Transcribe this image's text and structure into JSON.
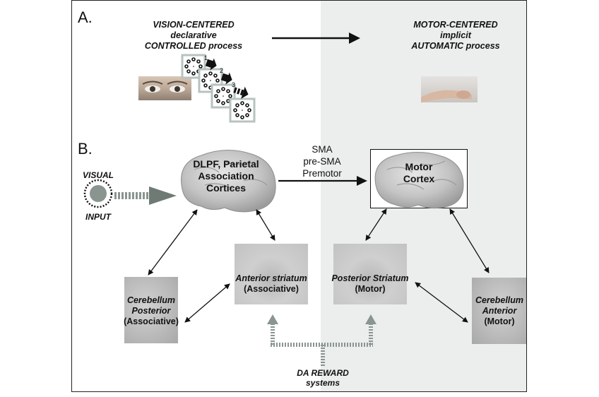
{
  "section_a": {
    "label": "A.",
    "left_heading": [
      "VISION-CENTERED",
      "declarative",
      "CONTROLLED process"
    ],
    "right_heading": [
      "MOTOR-CENTERED",
      "implicit",
      "AUTOMATIC process"
    ],
    "sequence_numbers": [
      "1",
      "2",
      "3"
    ]
  },
  "section_b": {
    "label": "B.",
    "visual_input": [
      "VISUAL",
      "INPUT"
    ],
    "dlpf": [
      "DLPF, Parietal",
      "Association",
      "Cortices"
    ],
    "sma": [
      "SMA",
      "pre-SMA",
      "Premotor"
    ],
    "motor_cortex": [
      "Motor",
      "Cortex"
    ],
    "anterior_striatum": [
      "Anterior striatum",
      "(Associative)"
    ],
    "posterior_striatum": [
      "Posterior Striatum",
      "(Motor)"
    ],
    "cerebellum_posterior": [
      "Cerebellum",
      "Posterior",
      "(Associative)"
    ],
    "cerebellum_anterior": [
      "Cerebellum",
      "Anterior",
      "(Motor)"
    ],
    "da_reward": [
      "DA REWARD",
      "systems"
    ]
  },
  "colors": {
    "background_right": "#eceeee",
    "dashed_arrow": "#8a9590",
    "text": "#111111"
  }
}
